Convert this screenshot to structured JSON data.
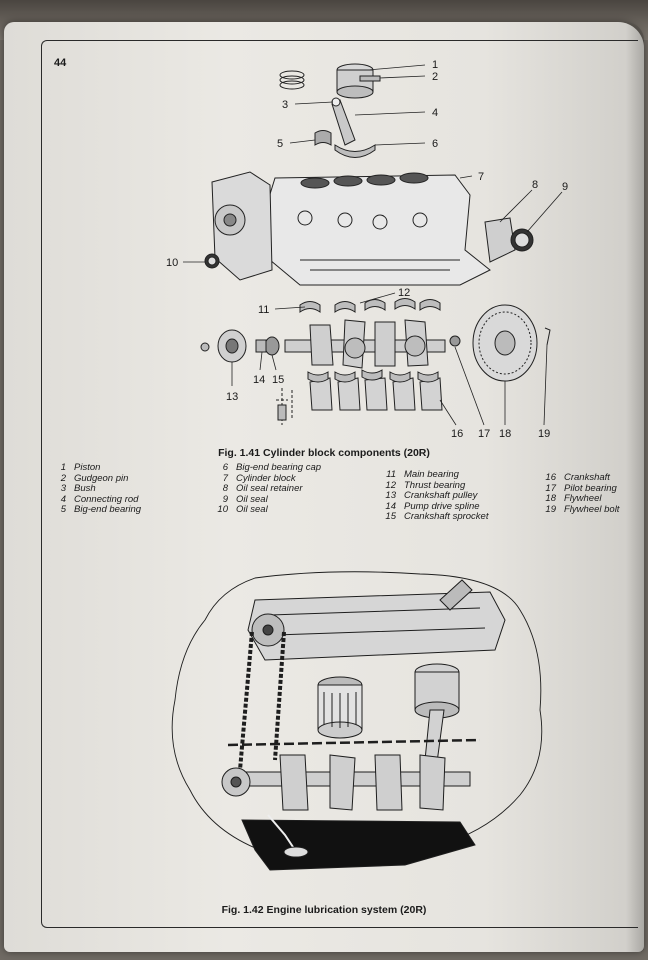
{
  "page_number": "44",
  "figures": [
    {
      "caption": "Fig. 1.41 Cylinder block components (20R)",
      "callouts": [
        "1",
        "2",
        "3",
        "4",
        "5",
        "6",
        "7",
        "8",
        "9",
        "10",
        "11",
        "12",
        "13",
        "14",
        "15",
        "16",
        "17",
        "18",
        "19"
      ],
      "legend": [
        {
          "num": "1",
          "label": "Piston"
        },
        {
          "num": "2",
          "label": "Gudgeon pin"
        },
        {
          "num": "3",
          "label": "Bush"
        },
        {
          "num": "4",
          "label": "Connecting rod"
        },
        {
          "num": "5",
          "label": "Big-end bearing"
        },
        {
          "num": "6",
          "label": "Big-end bearing cap"
        },
        {
          "num": "7",
          "label": "Cylinder block"
        },
        {
          "num": "8",
          "label": "Oil seal retainer"
        },
        {
          "num": "9",
          "label": "Oil seal"
        },
        {
          "num": "10",
          "label": "Oil seal"
        },
        {
          "num": "11",
          "label": "Main bearing"
        },
        {
          "num": "12",
          "label": "Thrust bearing"
        },
        {
          "num": "13",
          "label": "Crankshaft pulley"
        },
        {
          "num": "14",
          "label": "Pump drive spline"
        },
        {
          "num": "15",
          "label": "Crankshaft sprocket"
        },
        {
          "num": "16",
          "label": "Crankshaft"
        },
        {
          "num": "17",
          "label": "Pilot bearing"
        },
        {
          "num": "18",
          "label": "Flywheel"
        },
        {
          "num": "19",
          "label": "Flywheel bolt"
        }
      ]
    },
    {
      "caption": "Fig. 1.42 Engine lubrication system (20R)"
    }
  ]
}
